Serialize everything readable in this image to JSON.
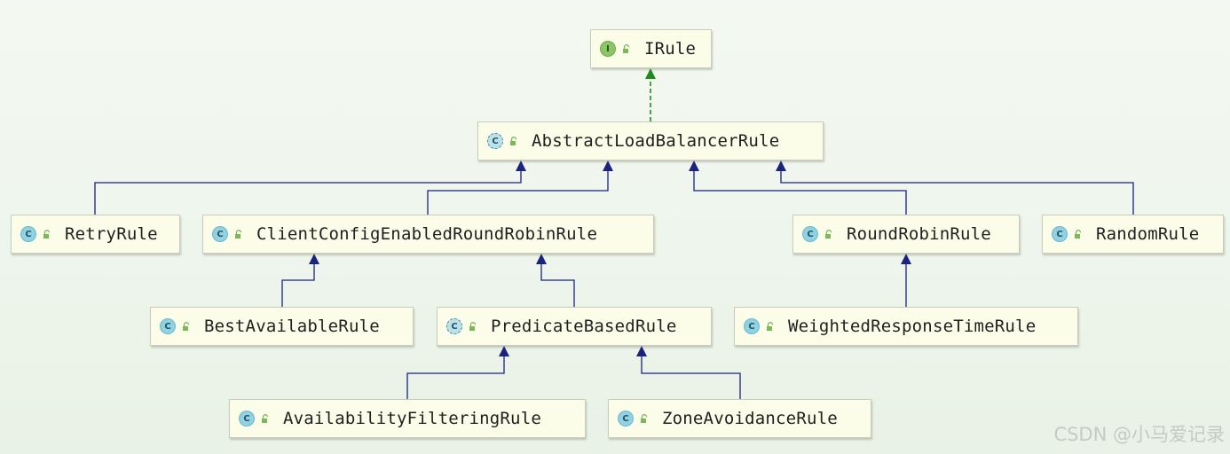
{
  "diagram": {
    "nodes": [
      {
        "id": "irule",
        "name": "IRule",
        "kind": "interface",
        "kind_letter": "I"
      },
      {
        "id": "abstract_lb_rule",
        "name": "AbstractLoadBalancerRule",
        "kind": "abstract",
        "kind_letter": "C"
      },
      {
        "id": "retry_rule",
        "name": "RetryRule",
        "kind": "class",
        "kind_letter": "C"
      },
      {
        "id": "client_config_rr_rule",
        "name": "ClientConfigEnabledRoundRobinRule",
        "kind": "class",
        "kind_letter": "C"
      },
      {
        "id": "round_robin_rule",
        "name": "RoundRobinRule",
        "kind": "class",
        "kind_letter": "C"
      },
      {
        "id": "random_rule",
        "name": "RandomRule",
        "kind": "class",
        "kind_letter": "C"
      },
      {
        "id": "best_available_rule",
        "name": "BestAvailableRule",
        "kind": "class",
        "kind_letter": "C"
      },
      {
        "id": "predicate_based_rule",
        "name": "PredicateBasedRule",
        "kind": "abstract",
        "kind_letter": "C"
      },
      {
        "id": "weighted_response_time_rule",
        "name": "WeightedResponseTimeRule",
        "kind": "class",
        "kind_letter": "C"
      },
      {
        "id": "availability_filtering_rule",
        "name": "AvailabilityFilteringRule",
        "kind": "class",
        "kind_letter": "C"
      },
      {
        "id": "zone_avoidance_rule",
        "name": "ZoneAvoidanceRule",
        "kind": "class",
        "kind_letter": "C"
      }
    ],
    "edges": [
      {
        "from": "abstract_lb_rule",
        "to": "irule",
        "relation": "implements"
      },
      {
        "from": "retry_rule",
        "to": "abstract_lb_rule",
        "relation": "extends"
      },
      {
        "from": "client_config_rr_rule",
        "to": "abstract_lb_rule",
        "relation": "extends"
      },
      {
        "from": "round_robin_rule",
        "to": "abstract_lb_rule",
        "relation": "extends"
      },
      {
        "from": "random_rule",
        "to": "abstract_lb_rule",
        "relation": "extends"
      },
      {
        "from": "best_available_rule",
        "to": "client_config_rr_rule",
        "relation": "extends"
      },
      {
        "from": "predicate_based_rule",
        "to": "client_config_rr_rule",
        "relation": "extends"
      },
      {
        "from": "weighted_response_time_rule",
        "to": "round_robin_rule",
        "relation": "extends"
      },
      {
        "from": "availability_filtering_rule",
        "to": "predicate_based_rule",
        "relation": "extends"
      },
      {
        "from": "zone_avoidance_rule",
        "to": "predicate_based_rule",
        "relation": "extends"
      }
    ],
    "colors": {
      "extends_line": "#1a237e",
      "implements_line": "#1f8a1f",
      "node_fill": "#fbfde9",
      "node_border": "#c9cdb9",
      "lock_icon": "#7cb85a"
    }
  },
  "watermark": "CSDN @小马爱记录"
}
